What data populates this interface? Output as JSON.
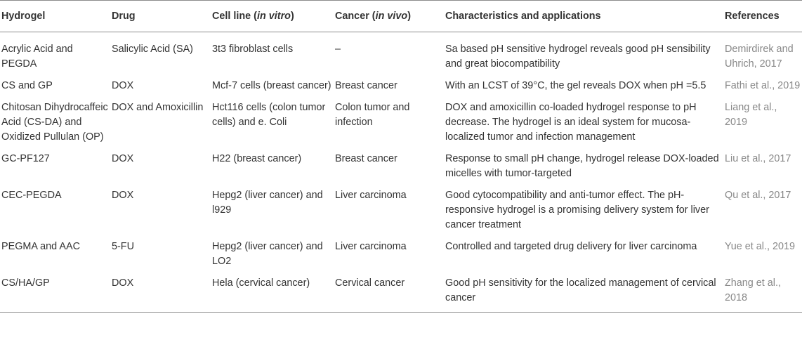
{
  "header": {
    "hydrogel": "Hydrogel",
    "drug": "Drug",
    "cell_line_pre": "Cell line (",
    "cell_line_italic": "in vitro",
    "cell_line_post": ")",
    "cancer_pre": "Cancer (",
    "cancer_italic": "in vivo",
    "cancer_post": ")",
    "characteristics": "Characteristics and applications",
    "references": "References"
  },
  "rows": [
    {
      "hydrogel": "Acrylic Acid and PEGDA",
      "drug": "Salicylic Acid (SA)",
      "cell_line": "3t3 fibroblast cells",
      "cancer": "–",
      "characteristics": "Sa based pH sensitive hydrogel reveals good pH sensibility and great biocompatibility",
      "references": "Demirdirek and Uhrich, 2017"
    },
    {
      "hydrogel": "CS and GP",
      "drug": "DOX",
      "cell_line": "Mcf-7 cells (breast cancer)",
      "cancer": "Breast cancer",
      "characteristics": "With an LCST of 39°C, the gel reveals DOX when pH =5.5",
      "references": "Fathi et al., 2019"
    },
    {
      "hydrogel": "Chitosan Dihydrocaffeic Acid (CS-DA) and Oxidized Pullulan (OP)",
      "drug": "DOX and Amoxicillin",
      "cell_line": "Hct116 cells (colon tumor cells) and e. Coli",
      "cancer": "Colon tumor and infection",
      "characteristics": "DOX and amoxicillin co-loaded hydrogel response to pH decrease. The hydrogel is an ideal system for mucosa-localized tumor and infection management",
      "references": "Liang et al., 2019"
    },
    {
      "hydrogel": "GC-PF127",
      "drug": "DOX",
      "cell_line": "H22 (breast cancer)",
      "cancer": "Breast cancer",
      "characteristics": "Response to small pH change, hydrogel release DOX-loaded micelles with tumor-targeted",
      "references": "Liu et al., 2017"
    },
    {
      "hydrogel": "CEC-PEGDA",
      "drug": "DOX",
      "cell_line": "Hepg2 (liver cancer) and l929",
      "cancer": "Liver carcinoma",
      "characteristics": "Good cytocompatibility and anti-tumor effect. The pH-responsive hydrogel is a promising delivery system for liver cancer treatment",
      "references": "Qu et al., 2017"
    },
    {
      "hydrogel": "PEGMA and AAC",
      "drug": "5-FU",
      "cell_line": "Hepg2 (liver cancer) and LO2",
      "cancer": "Liver carcinoma",
      "characteristics": "Controlled and targeted drug delivery for liver carcinoma",
      "references": "Yue et al., 2019"
    },
    {
      "hydrogel": "CS/HA/GP",
      "drug": "DOX",
      "cell_line": "Hela (cervical cancer)",
      "cancer": "Cervical cancer",
      "characteristics": "Good pH sensitivity for the localized management of cervical cancer",
      "references": "Zhang et al., 2018"
    }
  ]
}
